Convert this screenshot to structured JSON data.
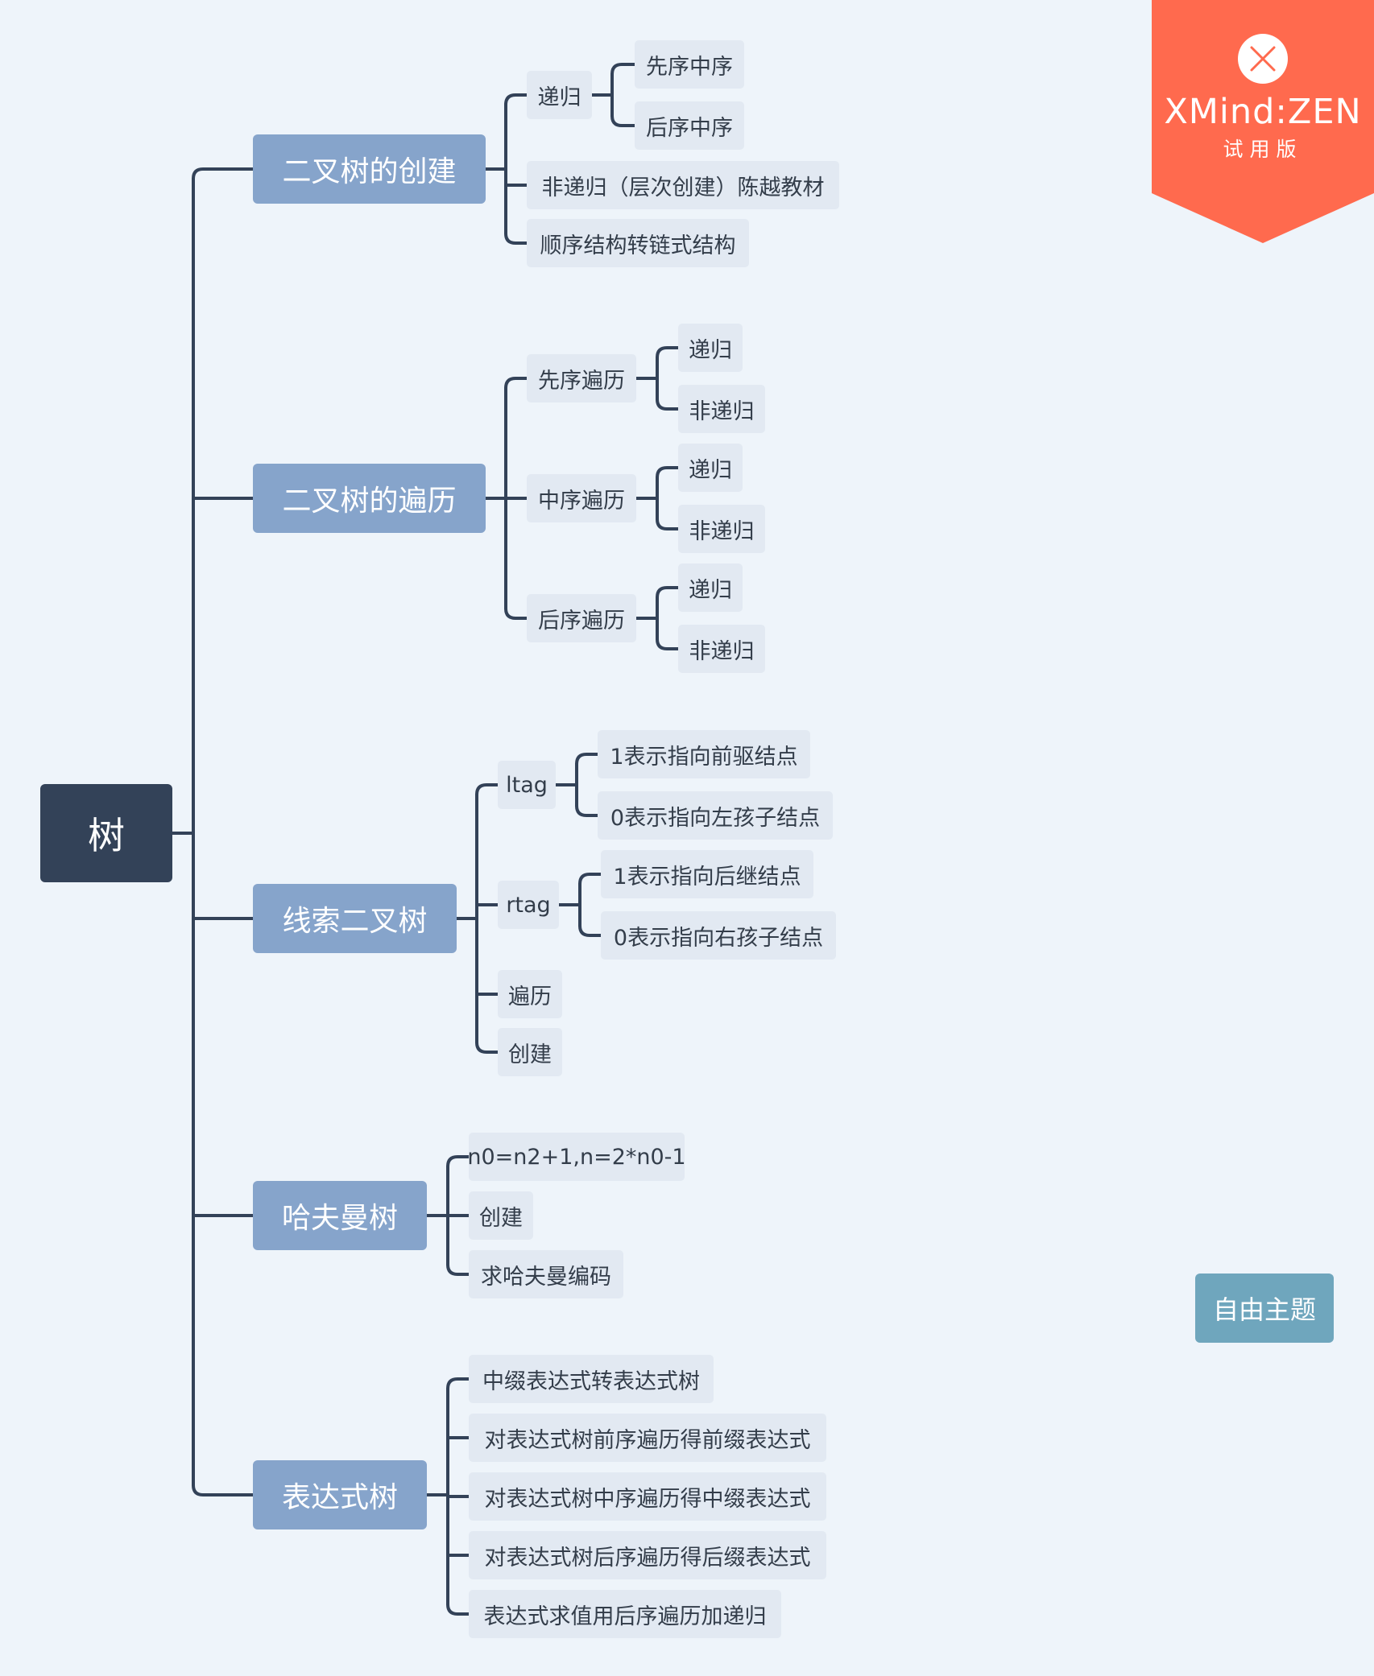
{
  "colors": {
    "background": "#eef4fa",
    "root": "#334258",
    "main_topic": "#86a4cb",
    "subtopic": "#e2e9f2",
    "connector": "#334258",
    "badge": "#ff6a4e",
    "floating_topic": "#6fa6bd"
  },
  "root": {
    "label": "树"
  },
  "topics": [
    {
      "label": "二叉树的创建",
      "children": [
        {
          "label": "递归",
          "children": [
            {
              "label": "先序中序"
            },
            {
              "label": "后序中序"
            }
          ]
        },
        {
          "label": "非递归（层次创建）陈越教材"
        },
        {
          "label": "顺序结构转链式结构"
        }
      ]
    },
    {
      "label": "二叉树的遍历",
      "children": [
        {
          "label": "先序遍历",
          "children": [
            {
              "label": "递归"
            },
            {
              "label": "非递归"
            }
          ]
        },
        {
          "label": "中序遍历",
          "children": [
            {
              "label": "递归"
            },
            {
              "label": "非递归"
            }
          ]
        },
        {
          "label": "后序遍历",
          "children": [
            {
              "label": "递归"
            },
            {
              "label": "非递归"
            }
          ]
        }
      ]
    },
    {
      "label": "线索二叉树",
      "children": [
        {
          "label": "ltag",
          "children": [
            {
              "label": "1表示指向前驱结点"
            },
            {
              "label": "0表示指向左孩子结点"
            }
          ]
        },
        {
          "label": "rtag",
          "children": [
            {
              "label": "1表示指向后继结点"
            },
            {
              "label": "0表示指向右孩子结点"
            }
          ]
        },
        {
          "label": "遍历"
        },
        {
          "label": "创建"
        }
      ]
    },
    {
      "label": "哈夫曼树",
      "children": [
        {
          "label": "n0=n2+1,n=2*n0-1"
        },
        {
          "label": "创建"
        },
        {
          "label": "求哈夫曼编码"
        }
      ]
    },
    {
      "label": "表达式树",
      "children": [
        {
          "label": "中缀表达式转表达式树"
        },
        {
          "label": "对表达式树前序遍历得前缀表达式"
        },
        {
          "label": "对表达式树中序遍历得中缀表达式"
        },
        {
          "label": "对表达式树后序遍历得后缀表达式"
        },
        {
          "label": "表达式求值用后序遍历加递归"
        }
      ]
    }
  ],
  "floating_topic": {
    "label": "自由主题"
  },
  "badge": {
    "brand": "XMind:ZEN",
    "edition": "试用版",
    "icon": "close-x-icon"
  }
}
